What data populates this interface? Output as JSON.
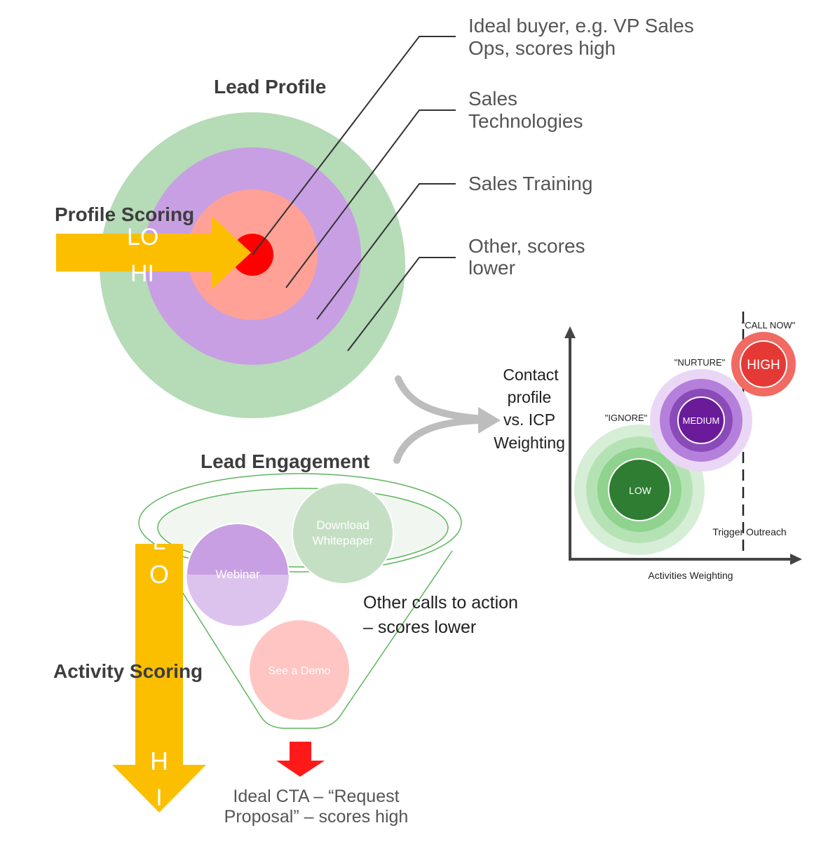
{
  "lead_profile": {
    "title": "Lead Profile",
    "scoring_label": "Profile Scoring",
    "arrow_lo": "LO",
    "arrow_hi": "HI",
    "rings": [
      {
        "label": "Ideal buyer, e.g. VP Sales",
        "label2": "Ops, scores high",
        "color": "#ff0000"
      },
      {
        "label": "Sales",
        "label2": "Technologies",
        "color": "#ffa197"
      },
      {
        "label": "Sales Training",
        "label2": "",
        "color": "#c89fe3"
      },
      {
        "label": "Other, scores",
        "label2": "lower",
        "color": "#b5dbb7"
      }
    ],
    "arrow_color": "#fbbf00"
  },
  "connector": {
    "line1": "Contact",
    "line2": "profile",
    "line3": "vs. ICP",
    "line4": "Weighting"
  },
  "matrix": {
    "x_label": "Activities Weighting",
    "trigger_label": "Trigger Outreach",
    "bubbles": [
      {
        "tag": "\"IGNORE\"",
        "label": "LOW",
        "color": "#2e7d32"
      },
      {
        "tag": "\"NURTURE\"",
        "label": "MEDIUM",
        "color": "#6a1b9a"
      },
      {
        "tag": "\"CALL NOW\"",
        "label": "HIGH",
        "color": "#e53935"
      }
    ]
  },
  "lead_engagement": {
    "title": "Lead Engagement",
    "scoring_label": "Activity Scoring",
    "arrow_lo_1": "L",
    "arrow_lo_2": "O",
    "arrow_hi_1": "H",
    "arrow_hi_2": "I",
    "items": [
      {
        "line1": "Download",
        "line2": "Whitepaper",
        "color": "#c5dfc4"
      },
      {
        "line1": "Webinar",
        "line2": "",
        "color": "#c99fe3"
      },
      {
        "line1": "See a Demo",
        "line2": "",
        "color": "#ffc5c2"
      }
    ],
    "other_cta_1": "Other calls to action",
    "other_cta_2": "– scores lower",
    "ideal_cta_1": "Ideal CTA – “Request",
    "ideal_cta_2": "Proposal” – scores high",
    "red_arrow_color": "#ff1a1a"
  }
}
